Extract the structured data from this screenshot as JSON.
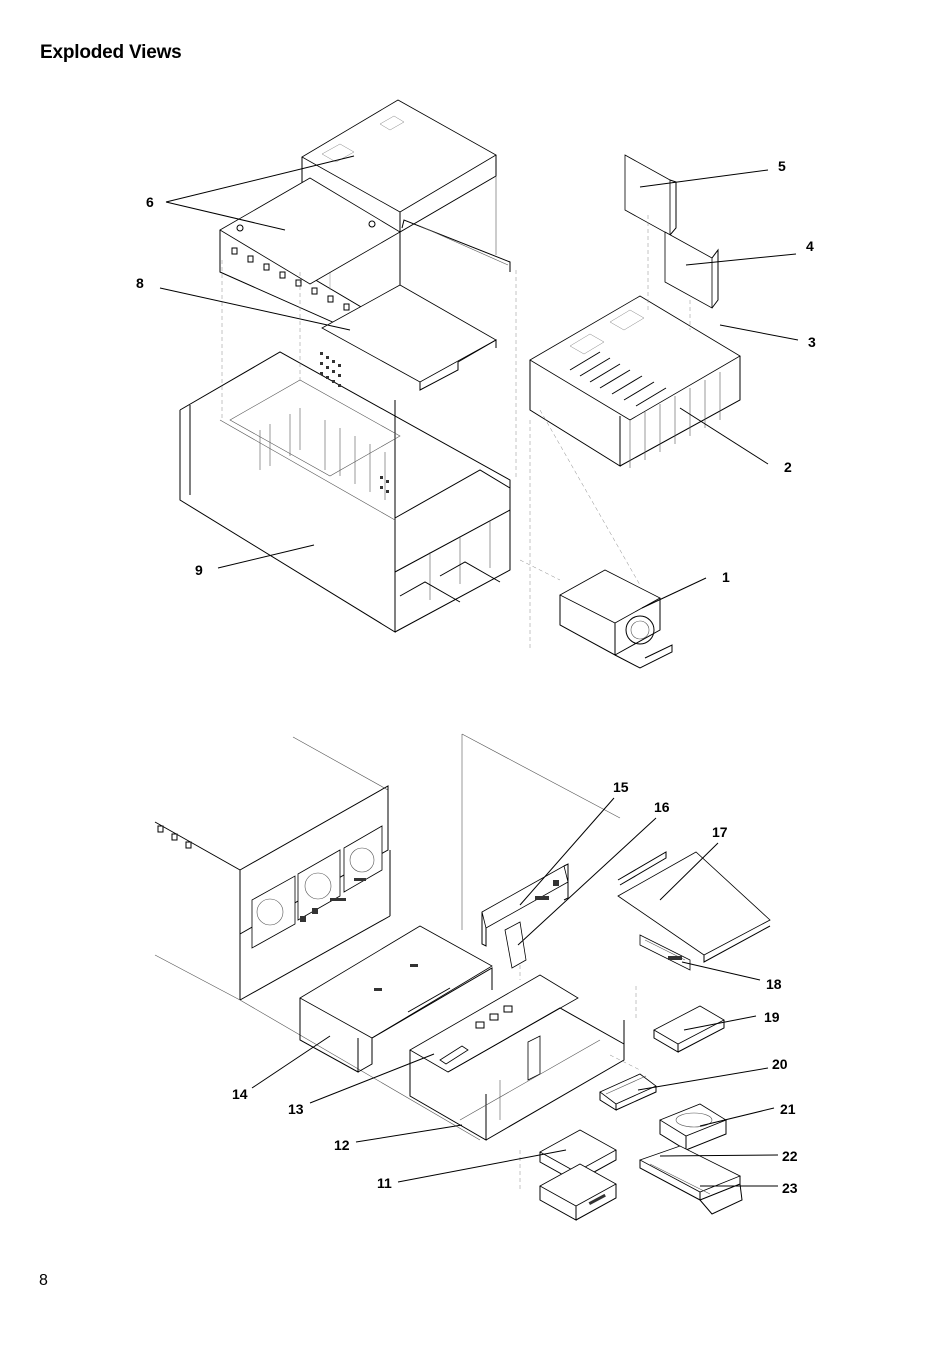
{
  "page": {
    "title": "Exploded Views",
    "number": "8"
  },
  "callouts": {
    "c1": "1",
    "c2": "2",
    "c3": "3",
    "c4": "4",
    "c5": "5",
    "c6": "6",
    "c8": "8",
    "c9": "9",
    "c11": "11",
    "c12": "12",
    "c13": "13",
    "c14": "14",
    "c15": "15",
    "c16": "16",
    "c17": "17",
    "c18": "18",
    "c19": "19",
    "c20": "20",
    "c21": "21",
    "c22": "22",
    "c23": "23"
  }
}
